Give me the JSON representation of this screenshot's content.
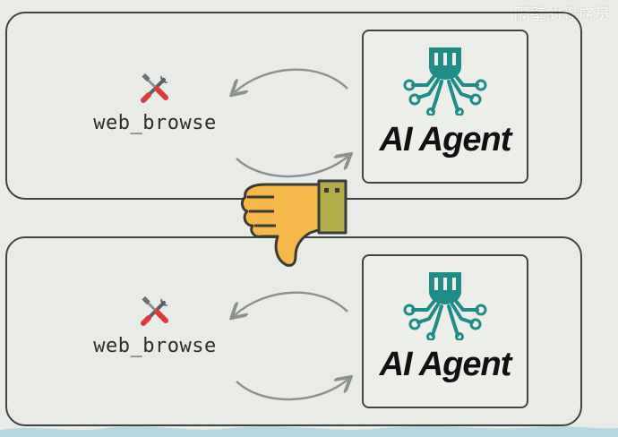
{
  "watermark": "隔壁的程序员",
  "panels": [
    {
      "tool_label": "web_browse",
      "agent_label": "AI Agent"
    },
    {
      "tool_label": "web_browse",
      "agent_label": "AI Agent"
    }
  ],
  "icons": {
    "tool": "tools-icon",
    "agent": "octopus-robot-icon",
    "verdict": "thumbs-down-icon"
  },
  "colors": {
    "agent_teal": "#1f8c87",
    "thumb_yellow": "#f5b94a",
    "cuff_olive": "#b2ad48",
    "outline": "#3f4442",
    "background": "#e9ebe6"
  }
}
